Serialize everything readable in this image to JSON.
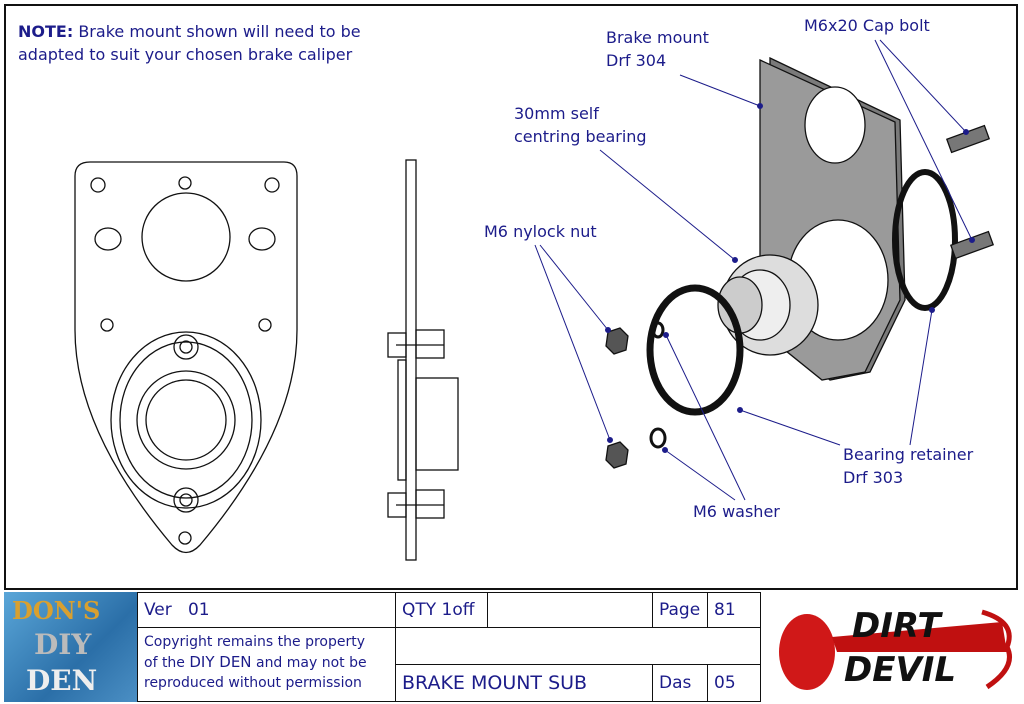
{
  "note": {
    "prefix": "NOTE:",
    "text_line1": "Brake mount shown will need to be",
    "text_line2": "adapted to suit your chosen brake caliper"
  },
  "callouts": {
    "brake_mount": [
      "Brake mount",
      "Drf 304"
    ],
    "cap_bolt": "M6x20 Cap bolt",
    "bearing": [
      "30mm self",
      "centring bearing"
    ],
    "nylock": "M6 nylock nut",
    "retainer": [
      "Bearing retainer",
      "Drf 303"
    ],
    "washer": "M6 washer"
  },
  "title_block": {
    "ver_label": "Ver",
    "ver_value": "01",
    "qty": "QTY 1off",
    "page_label": "Page",
    "page_value": "81",
    "copyright": [
      "Copyright remains the property",
      "of the",
      "DIY DEN",
      "and may not be",
      "reproduced without permission"
    ],
    "title": "BRAKE MOUNT SUB",
    "das_label": "Das",
    "das_value": "05",
    "logo_left": [
      "DON'S",
      "DIY",
      "DEN"
    ],
    "logo_right": [
      "DIRT",
      "DEVIL"
    ]
  },
  "colors": {
    "text": "#1c1c8a",
    "leader": "#1c1c8a"
  }
}
